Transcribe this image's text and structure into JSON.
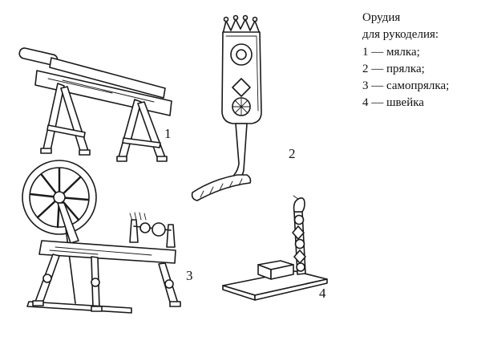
{
  "caption": {
    "title_lines": [
      "Орудия",
      "для рукоделия:"
    ],
    "items": [
      "1 — мялка;",
      "2 — прялка;",
      "3 — самопрялка;",
      "4 — швейка"
    ]
  },
  "figure_numbers": [
    "1",
    "2",
    "3",
    "4"
  ],
  "figures": [
    {
      "icon": "flax-brake-illustration",
      "number": "1"
    },
    {
      "icon": "distaff-illustration",
      "number": "2"
    },
    {
      "icon": "spinning-wheel-illustration",
      "number": "3"
    },
    {
      "icon": "sewing-stand-illustration",
      "number": "4"
    }
  ],
  "colors": {
    "background": "#ffffff",
    "ink": "#1a1a1a"
  }
}
